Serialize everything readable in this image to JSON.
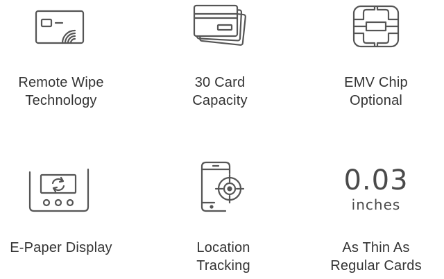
{
  "features": [
    {
      "line1": "Remote Wipe",
      "line2": "Technology",
      "icon": "contactless-card-icon"
    },
    {
      "line1": "30 Card",
      "line2": "Capacity",
      "icon": "stacked-cards-icon"
    },
    {
      "line1": "EMV Chip",
      "line2": "Optional",
      "icon": "emv-chip-icon"
    },
    {
      "line1": "E-Paper Display",
      "line2": "",
      "icon": "e-paper-display-icon"
    },
    {
      "line1": "Location",
      "line2": "Tracking",
      "icon": "phone-location-icon"
    },
    {
      "line1": "As Thin As",
      "line2": "Regular Cards",
      "icon": ""
    }
  ],
  "thickness": {
    "value": "0.03",
    "unit": "inches"
  },
  "colors": {
    "stroke": "#555555",
    "text": "#333333"
  }
}
